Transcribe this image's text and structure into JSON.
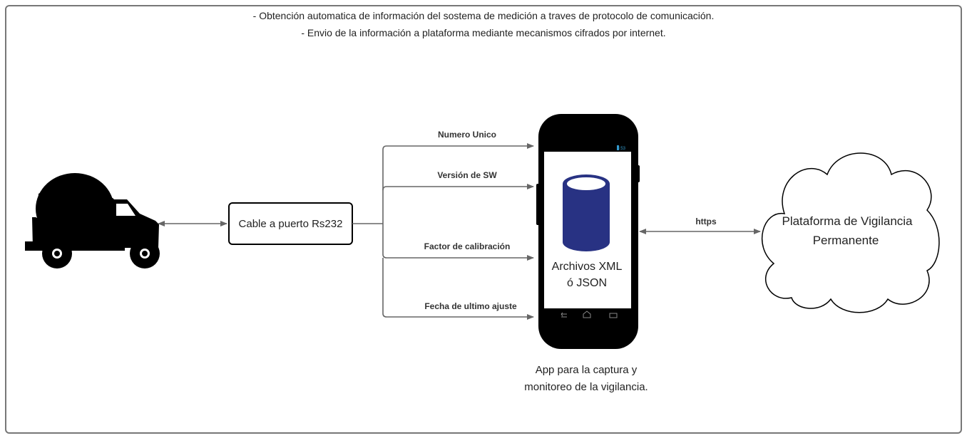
{
  "header": {
    "line1": "- Obtención automatica de información del sostema de medición a traves de protocolo de comunicación.",
    "line2": "- Envio de la información a plataforma mediante mecanismos cifrados por internet."
  },
  "cable_box": {
    "label": "Cable a puerto Rs232"
  },
  "data_fields": [
    "Numero Unico",
    "Versión de SW",
    "Factor de calibración",
    "Fecha de ultimo ajuste"
  ],
  "phone": {
    "status_time": "3:53",
    "storage_line1": "Archivos XML",
    "storage_line2": "ó JSON",
    "caption_line1": "App para la captura y",
    "caption_line2": "monitoreo de la vigilancia.",
    "database_color": "#283283"
  },
  "connection": {
    "label": "https"
  },
  "cloud": {
    "line1": "Plataforma de Vigilancia",
    "line2": "Permanente"
  }
}
